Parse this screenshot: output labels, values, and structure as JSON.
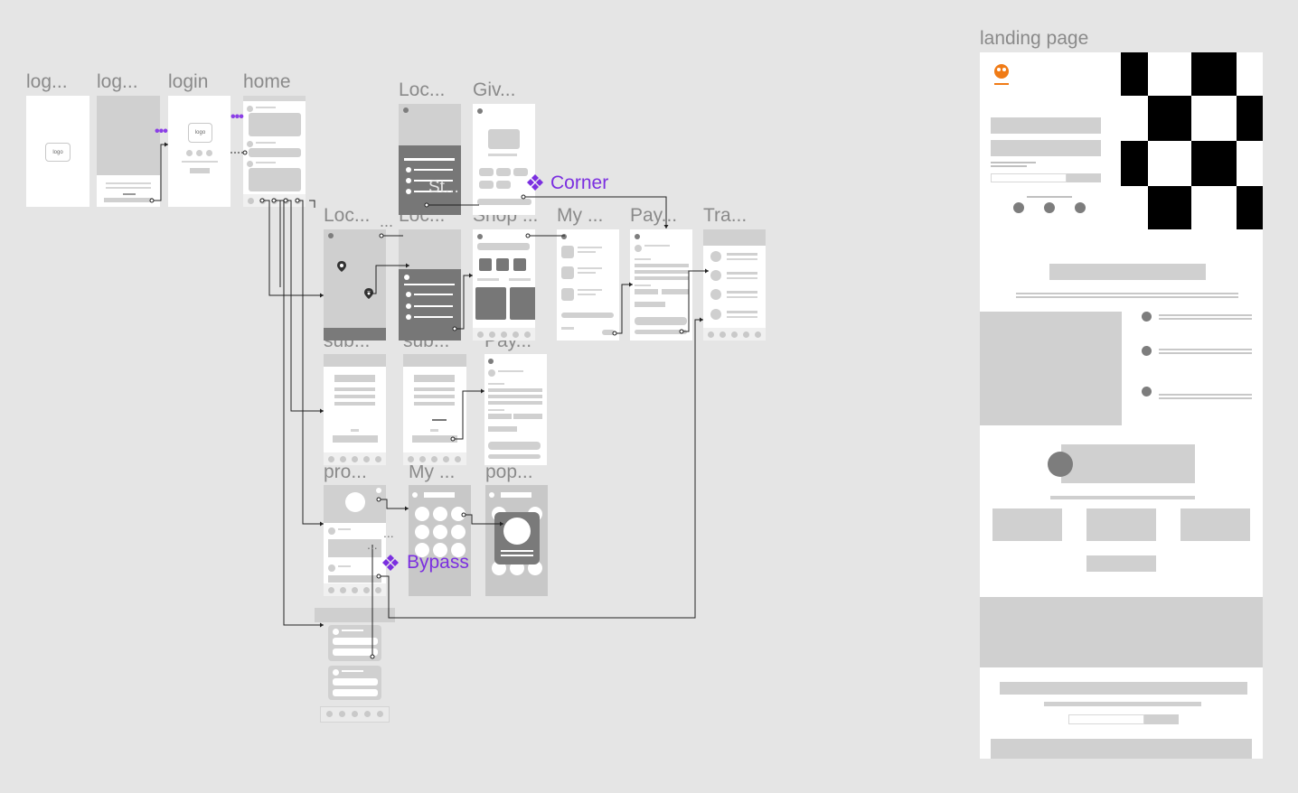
{
  "frames": {
    "login1": "log...",
    "login2": "log...",
    "login3": "login",
    "home": "home",
    "loc_top": "Loc...",
    "giv": "Giv...",
    "st": "St...",
    "loc_map": "Loc...",
    "loc_list": "Loc...",
    "shop": "Shop ...",
    "my1": "My ...",
    "pay1": "Pay...",
    "tra": "Tra...",
    "sub1": "sub...",
    "sub2": "sub...",
    "pay2": "Pay...",
    "pro": "pro...",
    "my2": "My ...",
    "pop": "pop...",
    "landing": "landing page",
    "ellipsis": "..."
  },
  "components": {
    "corner": "Corner",
    "bypass": "Bypass"
  },
  "logo_text": "logo",
  "brand_colors": {
    "accent": "#7b2fe0",
    "logo_orange": "#f07b16"
  }
}
